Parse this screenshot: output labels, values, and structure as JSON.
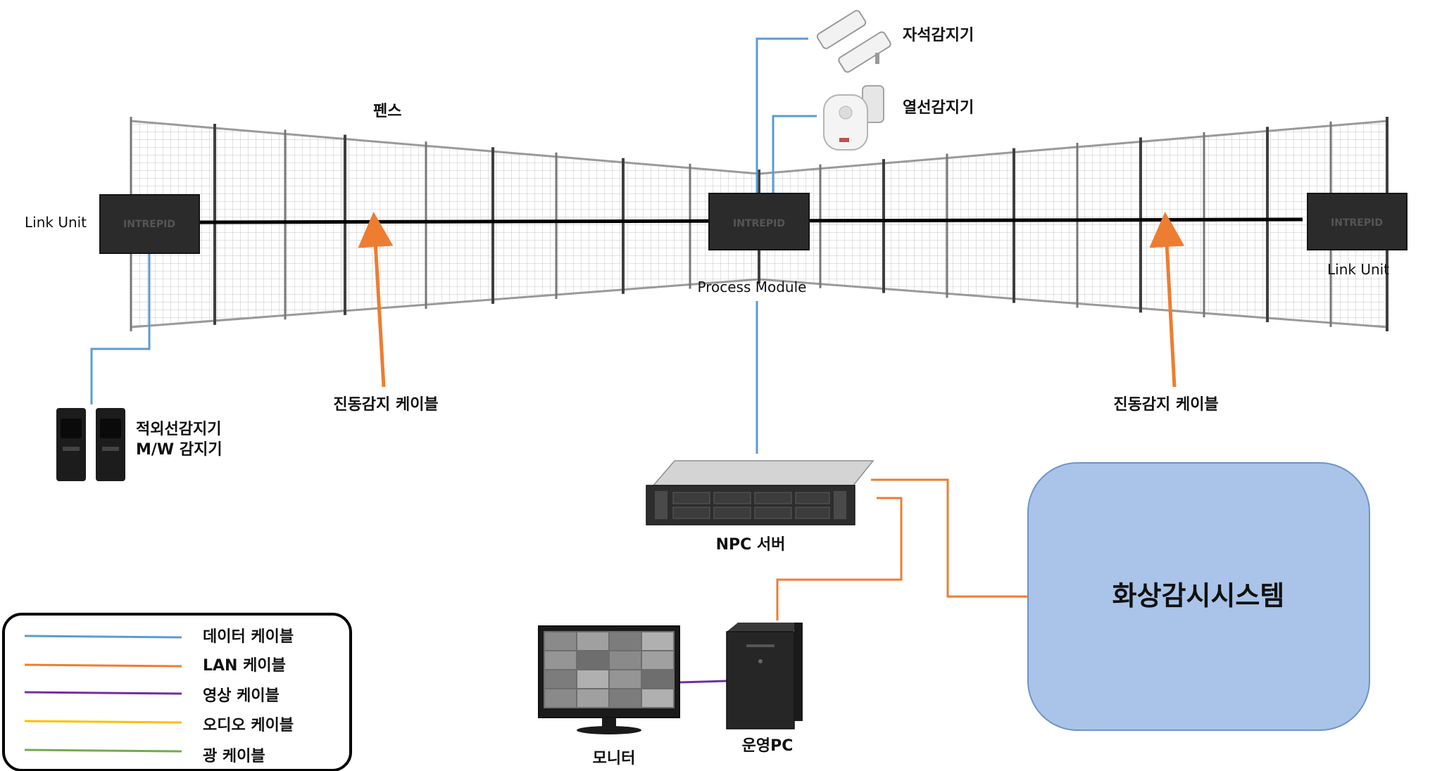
{
  "labels": {
    "fence": "펜스",
    "link_unit_left": "Link Unit",
    "link_unit_right": "Link Unit",
    "process_module": "Process Module",
    "magnetic_sensor": "자석감지기",
    "pir_sensor": "열선감지기",
    "vibration_cable_left": "진동감지 케이블",
    "vibration_cable_right": "진동감지 케이블",
    "infrared_sensor_line1": "적외선감지기",
    "infrared_sensor_line2": "M/W 감지기",
    "npc_server": "NPC 서버",
    "cctv_system": "화상감시시스템",
    "monitor": "모니터",
    "operation_pc": "운영PC",
    "device_brand": "INTREPID"
  },
  "legend": {
    "items": [
      {
        "label": "데이터 케이블",
        "color": "#5b9bd5"
      },
      {
        "label": "LAN 케이블",
        "color": "#ed7d31"
      },
      {
        "label": "영상 케이블",
        "color": "#7030a0"
      },
      {
        "label": "오디오 케이블",
        "color": "#ffc000"
      },
      {
        "label": "광 케이블",
        "color": "#70ad47"
      }
    ]
  },
  "colors": {
    "data_cable": "#5b9bd5",
    "lan_cable": "#ed7d31",
    "video_cable": "#7030a0",
    "arrow": "#ed7d31",
    "cctv_fill": "#a9c4e8",
    "cctv_stroke": "#6f94c8",
    "device_body": "#2b2b2b"
  }
}
